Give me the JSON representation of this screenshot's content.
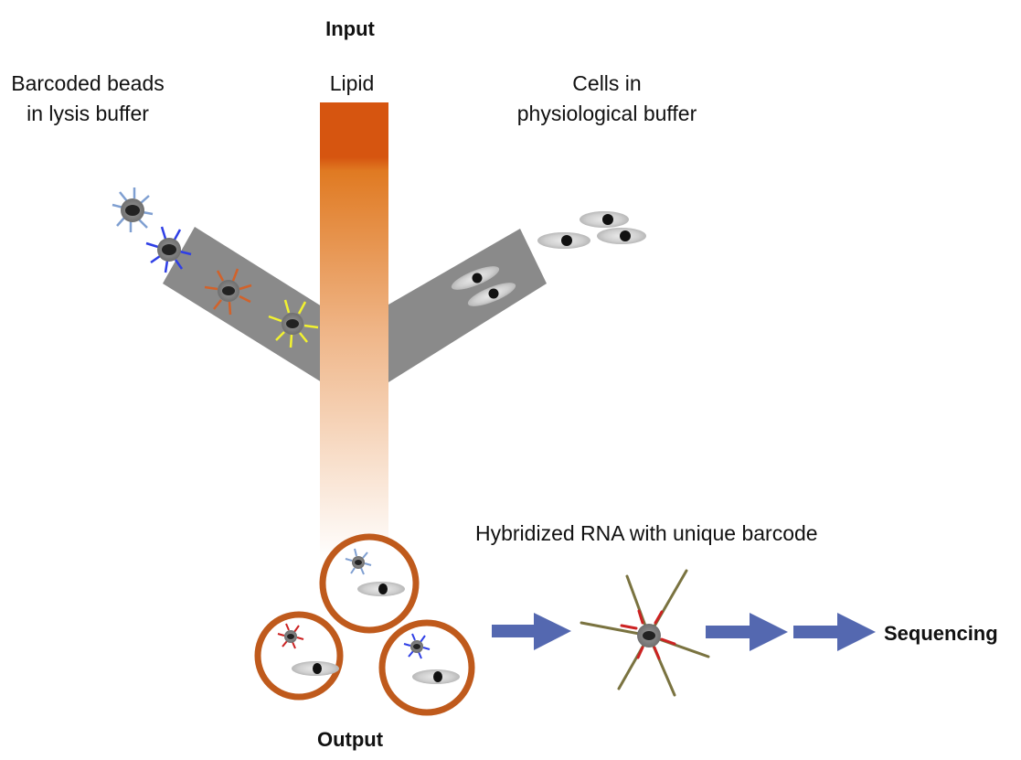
{
  "labels": {
    "input": "Input",
    "lipid": "Lipid",
    "beads_line1": "Barcoded beads",
    "beads_line2": "in lysis buffer",
    "cells_line1": "Cells in",
    "cells_line2": "physiological buffer",
    "hybridized": "Hybridized RNA with unique barcode",
    "sequencing": "Sequencing",
    "output": "Output"
  },
  "colors": {
    "channel": "#8a8a8a",
    "lipid_top": "#d65510",
    "lipid_fade": "#e8843a",
    "droplet": "#bf5a1c",
    "arrow": "#5468b0",
    "bead": "#7a7a7a",
    "nucleus": "#111111",
    "cell": "#d2d2d2",
    "barcode_light_blue": "#7f9fd1",
    "barcode_blue": "#2f3fe6",
    "barcode_orange": "#d2622a",
    "barcode_yellow": "#f2f230",
    "barcode_red": "#cc2222",
    "rna_strand": "#7a7340"
  }
}
